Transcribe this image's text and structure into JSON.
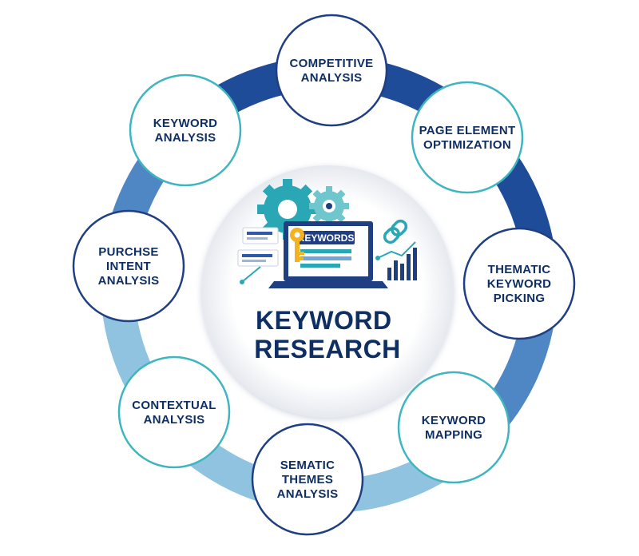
{
  "diagram": {
    "center": {
      "title_lines": [
        "KEYWORD",
        "RESEARCH"
      ],
      "screen_label": "KEYWORDS"
    },
    "nodes": [
      {
        "id": "competitive-analysis",
        "lines": [
          "COMPETITIVE",
          "ANALYSIS"
        ]
      },
      {
        "id": "page-element-optimization",
        "lines": [
          "PAGE ELEMENT",
          "OPTIMIZATION"
        ]
      },
      {
        "id": "thematic-keyword-picking",
        "lines": [
          "THEMATIC",
          "KEYWORD",
          "PICKING"
        ]
      },
      {
        "id": "keyword-mapping",
        "lines": [
          "KEYWORD",
          "MAPPING"
        ]
      },
      {
        "id": "sematic-themes-analysis",
        "lines": [
          "SEMATIC",
          "THEMES",
          "ANALYSIS"
        ]
      },
      {
        "id": "contextual-analysis",
        "lines": [
          "CONTEXTUAL",
          "ANALYSIS"
        ]
      },
      {
        "id": "purchse-intent-analysis",
        "lines": [
          "PURCHSE",
          "INTENT",
          "ANALYSIS"
        ]
      },
      {
        "id": "keyword-analysis",
        "lines": [
          "KEYWORD",
          "ANALYSIS"
        ]
      }
    ],
    "colors": {
      "text": "#0f2f63",
      "ring_dark": "#1f4c98",
      "ring_mid": "#4f86c4",
      "ring_light": "#8fc3e0",
      "teal": "#2aa7b4",
      "node_border_dark": "#1f3f82",
      "node_border_teal": "#3fb6bf"
    }
  }
}
